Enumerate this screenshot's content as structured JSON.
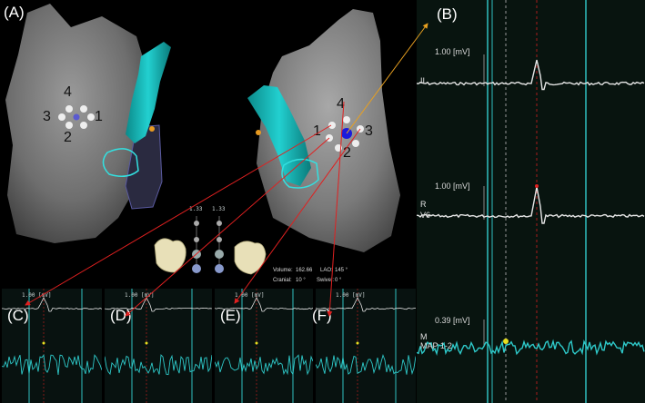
{
  "panels": {
    "a": "(A)",
    "b": "(B)",
    "c": "(C)",
    "d": "(D)",
    "e": "(E)",
    "f": "(F)"
  },
  "left_heart_numbers": {
    "top": "4",
    "left": "3",
    "right": "1",
    "bottom": "2"
  },
  "right_heart_numbers": {
    "top": "4",
    "left": "1",
    "right": "3",
    "bottom": "2"
  },
  "slider_values": {
    "left": "1.33",
    "right": "1.33"
  },
  "map_info": {
    "volume_label": "Volume:",
    "volume_value": "162.66",
    "lao_label": "LAO:",
    "lao_value": "145 °",
    "cranial_label": "Cranial:",
    "cranial_value": "10 °",
    "swivel_label": "Swivel:",
    "swivel_value": "0 °"
  },
  "ecg": {
    "lead1_scale": "1.00  [mV]",
    "lead1_name": "II",
    "lead2_scale": "1.00  [mV]",
    "lead2_name_a": "R",
    "lead2_name_b": "V6",
    "lead3_scale": "0.39  [mV]",
    "lead3_name_a": "M",
    "lead3_name_b": "MAP 1-2"
  },
  "small_scale": "1.00 [mV]",
  "colors": {
    "trace_white": "#e6e6e6",
    "trace_cyan": "#2ec9c9",
    "annotation_red": "#e02020",
    "annotation_orange": "#e8a020",
    "heart_gray": "#7d7d7d",
    "cyan_structure": "#14b8b8",
    "marker_blue": "#1a1adc"
  }
}
